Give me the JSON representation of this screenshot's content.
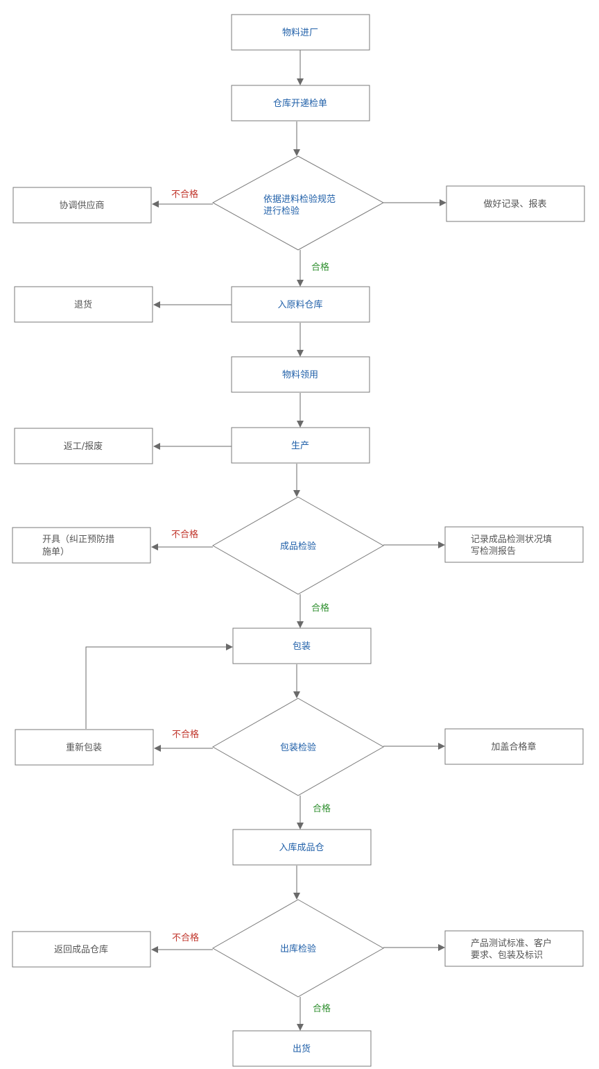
{
  "nodes": {
    "material_in": "物料进厂",
    "warehouse_inspect_form": "仓库开递检单",
    "incoming_check_line1": "依据进料检验规范",
    "incoming_check_line2": "进行检验",
    "coordinate_supplier": "协调供应商",
    "record_report": "做好记录、报表",
    "raw_warehouse": "入原料仓库",
    "return_goods": "退货",
    "material_requisition": "物料领用",
    "production": "生产",
    "rework_scrap": "返工/报废",
    "product_check": "成品检验",
    "corrective_line1": "开具（纠正预防措",
    "corrective_line2": "施单）",
    "product_record_line1": "记录成品检测状况填",
    "product_record_line2": "写检测报告",
    "packing": "包装",
    "repack": "重新包装",
    "packing_check": "包装检验",
    "stamp": "加盖合格章",
    "finished_warehouse": "入库成品仓",
    "return_finished": "返回成品仓库",
    "outbound_check": "出库检验",
    "test_std_line1": "产品测试标准、客户",
    "test_std_line2": "要求、包装及标识",
    "shipment": "出货"
  },
  "labels": {
    "fail": "不合格",
    "pass": "合格"
  },
  "colors": {
    "process_text": "#1f5fa8",
    "side_text": "#555555",
    "fail_text": "#c0352b",
    "pass_text": "#2f8f2f",
    "stroke": "#7a7a7a"
  }
}
